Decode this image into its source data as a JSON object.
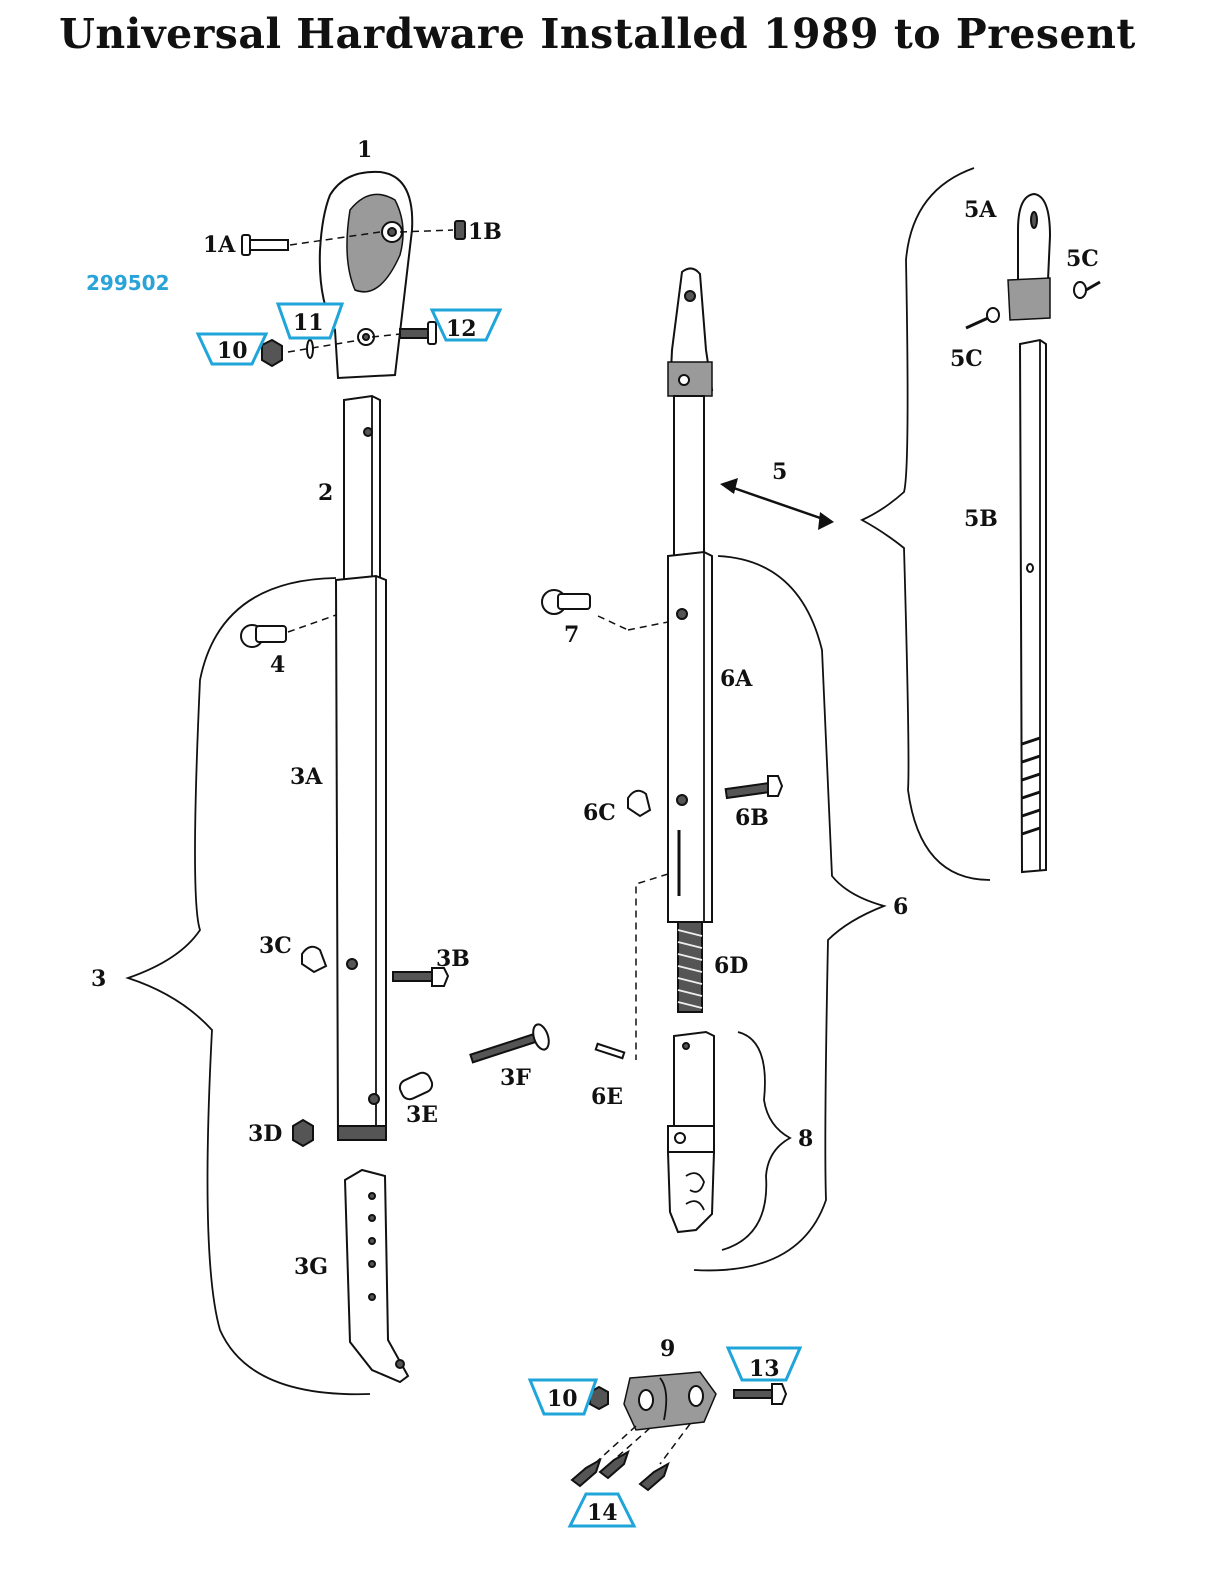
{
  "title": "Universal Hardware Installed 1989 to Present",
  "part_code": "299502",
  "labels": {
    "l1": "1",
    "l1a": "1A",
    "l1b": "1B",
    "l2": "2",
    "l3": "3",
    "l3a": "3A",
    "l3b": "3B",
    "l3c": "3C",
    "l3d": "3D",
    "l3e": "3E",
    "l3f": "3F",
    "l3g": "3G",
    "l4": "4",
    "l5": "5",
    "l5a": "5A",
    "l5b": "5B",
    "l5c_top": "5C",
    "l5c_bottom": "5C",
    "l6": "6",
    "l6a": "6A",
    "l6b": "6B",
    "l6c": "6C",
    "l6d": "6D",
    "l6e": "6E",
    "l7": "7",
    "l8": "8",
    "l9": "9"
  },
  "callouts": {
    "c10_top": "10",
    "c11": "11",
    "c12": "12",
    "c10_bottom": "10",
    "c13": "13",
    "c14": "14"
  },
  "colors": {
    "callout_outline": "#1fa5d9",
    "part_code": "#29a3d8",
    "ink": "#111111"
  }
}
